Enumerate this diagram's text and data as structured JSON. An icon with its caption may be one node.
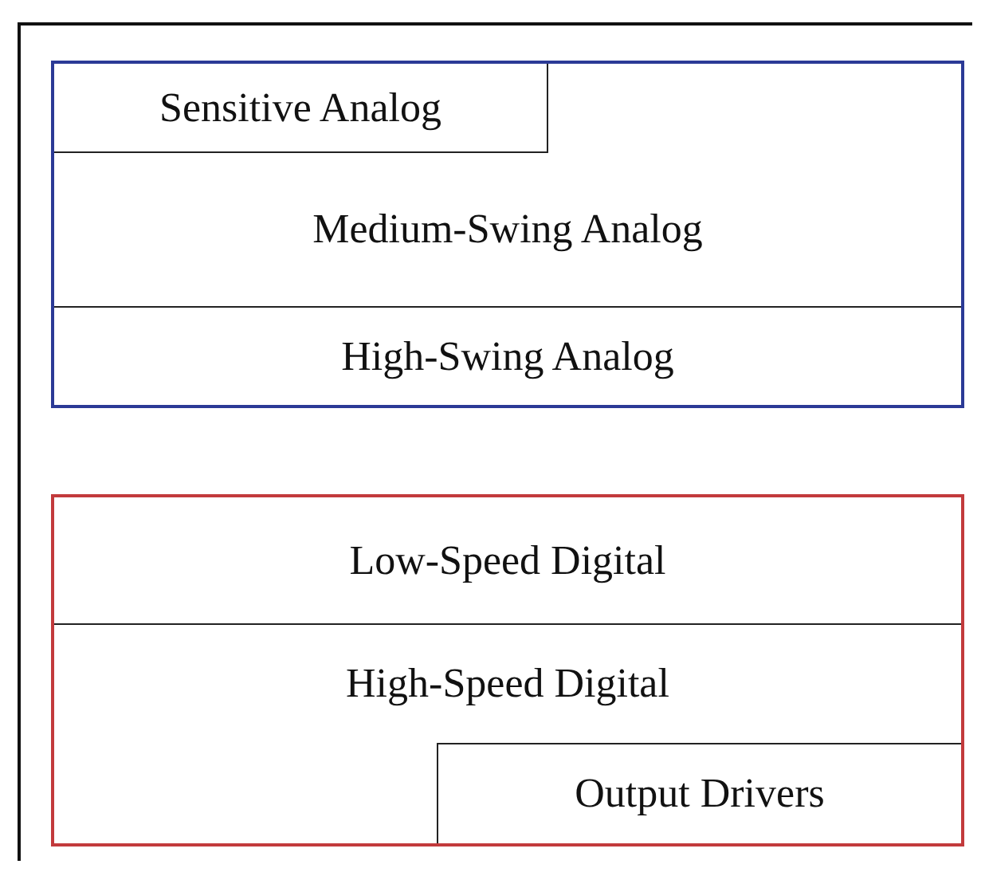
{
  "diagram": {
    "nodes": [
      {
        "text": [],
        "shape": "box"
      },
      {
        "text": [
          "Sensitive Analog"
        ],
        "in": 0
      },
      {
        "text": [
          "Medium-Swing Analog"
        ],
        "in": 0
      },
      {
        "text": [
          "High-Swing Analog"
        ],
        "in": 0
      },
      {
        "text": [],
        "shape": "box"
      },
      {
        "text": [
          "Low-Speed Digital"
        ],
        "in": 4
      },
      {
        "text": [
          "High-Speed Digital"
        ],
        "in": 4
      },
      {
        "text": [
          "Output Drivers"
        ],
        "in": 4
      }
    ],
    "edges": []
  }
}
